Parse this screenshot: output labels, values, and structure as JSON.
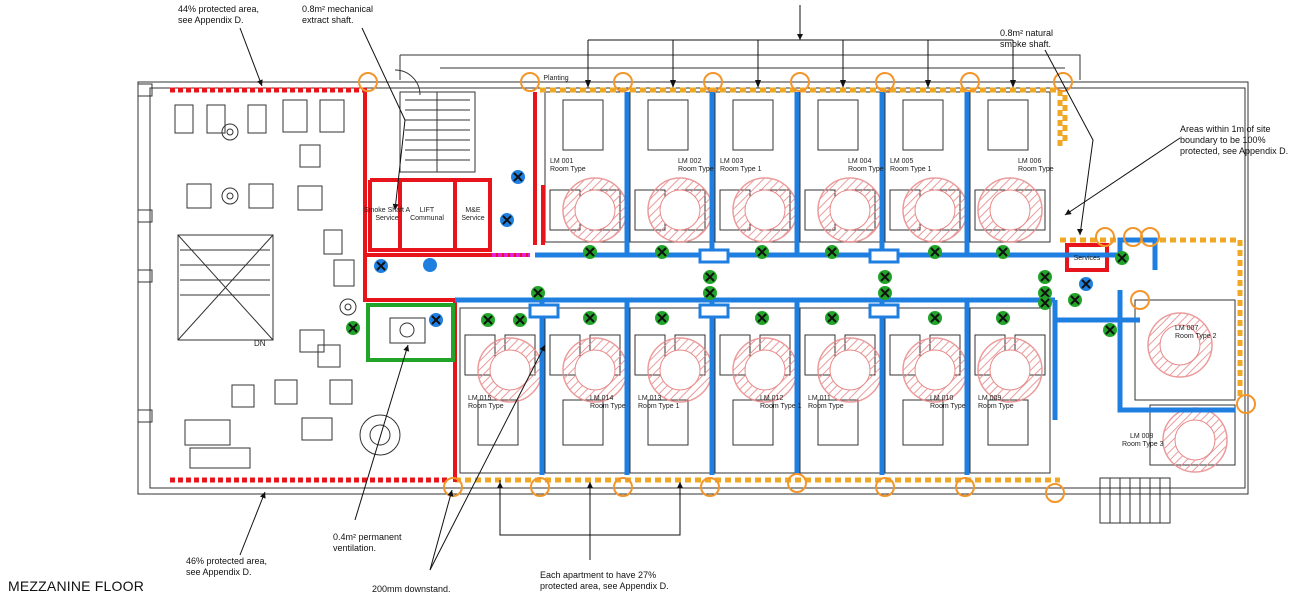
{
  "drawing": {
    "floor_label": "MEZZANINE FLOOR"
  },
  "annotations": {
    "protected_44": "44% protected area,\nsee Appendix D.",
    "mech_shaft": "0.8m² mechanical\nextract shaft.",
    "natural_shaft": "0.8m² natural\nsmoke shaft.",
    "site_boundary": "Areas within 1m of site\nboundary to be 100%\nprotected, see Appendix D.",
    "protected_46": "46% protected area,\nsee Appendix D.",
    "perm_vent": "0.4m² permanent\nventilation.",
    "downstand": "200mm downstand.",
    "apartment": "Each apartment to have 27%\nprotected area, see Appendix D."
  },
  "room_labels": {
    "smoke_shaft": "Smoke Shaft A",
    "shaft_service": "Service",
    "lift": "LIFT",
    "lift_sub": "Communal",
    "me": "M&E",
    "me_sub": "Service",
    "services": "Services",
    "planting": "Planting",
    "dn": "DN",
    "room_type": "Room Type",
    "room_type_1": "Room Type 1",
    "room_type_2": "Room Type 2",
    "room_type_3": "Room Type 3",
    "top_rooms": [
      "LM 001",
      "LM 002",
      "LM 003",
      "LM 004",
      "LM 005",
      "LM 006"
    ],
    "bottom_rooms": [
      "LM 015",
      "LM 014",
      "LM 013",
      "LM 012",
      "LM 011",
      "LM 010",
      "LM 009"
    ],
    "right_rooms": [
      "LM 007",
      "LM 008"
    ]
  },
  "colors": {
    "fire_wall": "#e8141b",
    "corridor": "#1f7fe0",
    "protected_boundary": "#f0a824",
    "green_zone": "#22a32a",
    "magenta": "#e020e0",
    "sprinkler_orange": "#f2962c",
    "hatch_red": "#e88a8a"
  },
  "symbols": {
    "vent_circle": "vent-circle-icon",
    "green_x": "green-x-icon",
    "blue_x": "blue-x-icon"
  }
}
